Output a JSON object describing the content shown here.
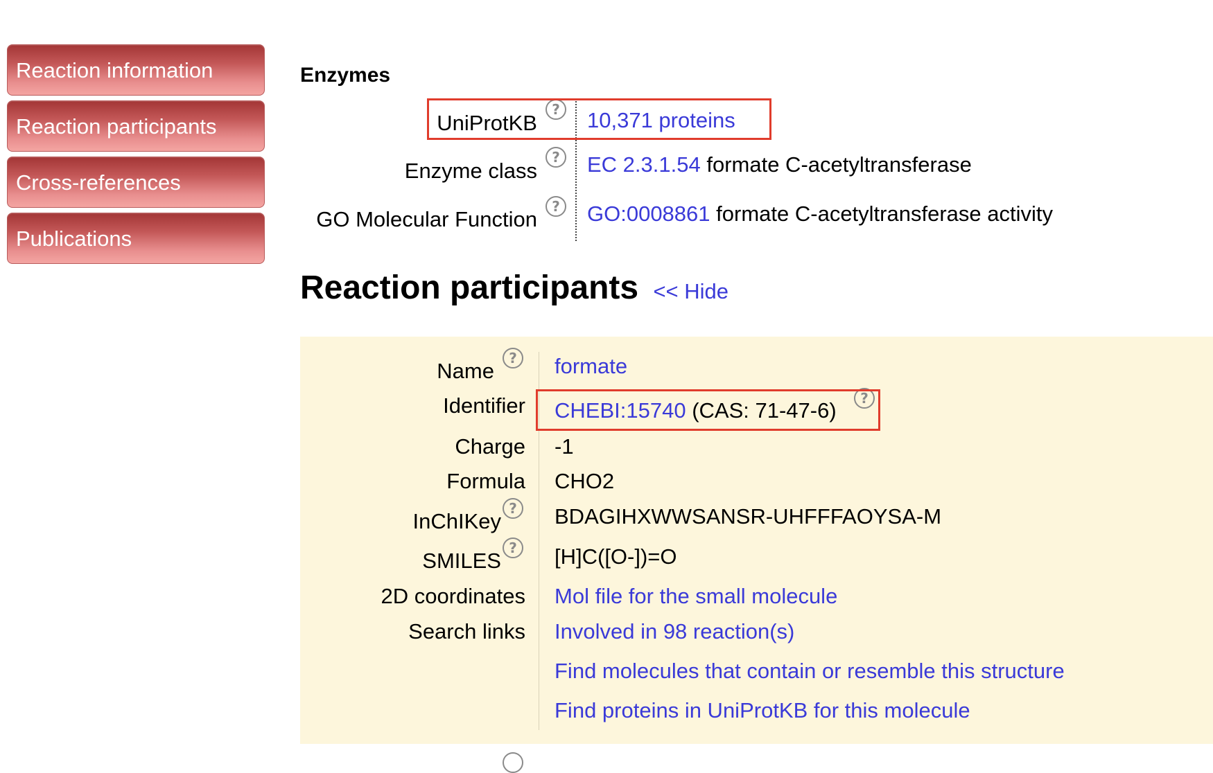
{
  "sidebar": {
    "items": [
      {
        "label": "Reaction information"
      },
      {
        "label": "Reaction participants"
      },
      {
        "label": "Cross-references"
      },
      {
        "label": "Publications"
      }
    ]
  },
  "enzymes": {
    "heading": "Enzymes",
    "uniprot": {
      "label": "UniProtKB",
      "link": "10,371 proteins"
    },
    "enzyme_class": {
      "label": "Enzyme class",
      "link": "EC 2.3.1.54",
      "text": "formate C-acetyltransferase"
    },
    "go": {
      "label": "GO Molecular Function",
      "link": "GO:0008861",
      "text": "formate C-acetyltransferase activity"
    }
  },
  "help_glyph": "?",
  "participants": {
    "heading": "Reaction participants",
    "hide_link": "<< Hide",
    "name": {
      "label": "Name",
      "value": "formate"
    },
    "identifier": {
      "label": "Identifier",
      "link": "CHEBI:15740",
      "text": "(CAS: 71-47-6)"
    },
    "charge": {
      "label": "Charge",
      "value": "-1"
    },
    "formula": {
      "label": "Formula",
      "value": "CHO2"
    },
    "inchikey": {
      "label": "InChIKey",
      "value": "BDAGIHXWWSANSR-UHFFFAOYSA-M"
    },
    "smiles": {
      "label": "SMILES",
      "value": "[H]C([O-])=O"
    },
    "coords": {
      "label": "2D coordinates",
      "link": "Mol file for the small molecule"
    },
    "search": {
      "label": "Search links",
      "links": [
        "Involved in 98 reaction(s)",
        "Find molecules that contain or resemble this structure",
        "Find proteins in UniProtKB for this molecule"
      ]
    }
  },
  "colors": {
    "link": "#3a3ad8",
    "highlight_box": "#e03c2c",
    "panel_bg": "#fdf6dc",
    "sidebar_btn": "#c25656"
  }
}
